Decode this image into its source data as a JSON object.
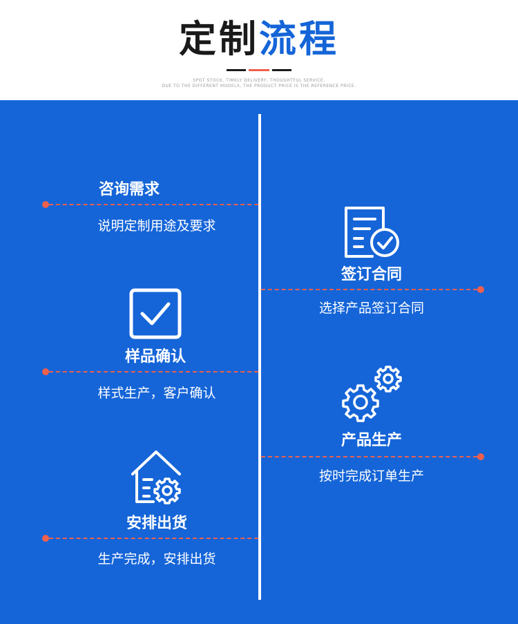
{
  "header": {
    "title_part1": "定制",
    "title_part2": "流程",
    "subtitle_line1": "SPOT STOCK, TIMELY DELIVERY, THOUGHTFUL SERVICE.",
    "subtitle_line2": "DUE TO THE DIFFERENT MODELS, THE PRODUCT PRICE IS THE REFERENCE PRICE."
  },
  "colors": {
    "panel_blue": "#1565d8",
    "accent_red": "#f0604c",
    "title_dark": "#1a1a1a",
    "white": "#ffffff"
  },
  "steps": [
    {
      "title": "咨询需求",
      "desc": "说明定制用途及要求",
      "icon": "none"
    },
    {
      "title": "签订合同",
      "desc": "选择产品签订合同",
      "icon": "document-check-icon"
    },
    {
      "title": "样品确认",
      "desc": "样式生产，客户确认",
      "icon": "checkbox-icon"
    },
    {
      "title": "产品生产",
      "desc": "按时完成订单生产",
      "icon": "gears-icon"
    },
    {
      "title": "安排出货",
      "desc": "生产完成，安排出货",
      "icon": "warehouse-gear-icon"
    }
  ]
}
